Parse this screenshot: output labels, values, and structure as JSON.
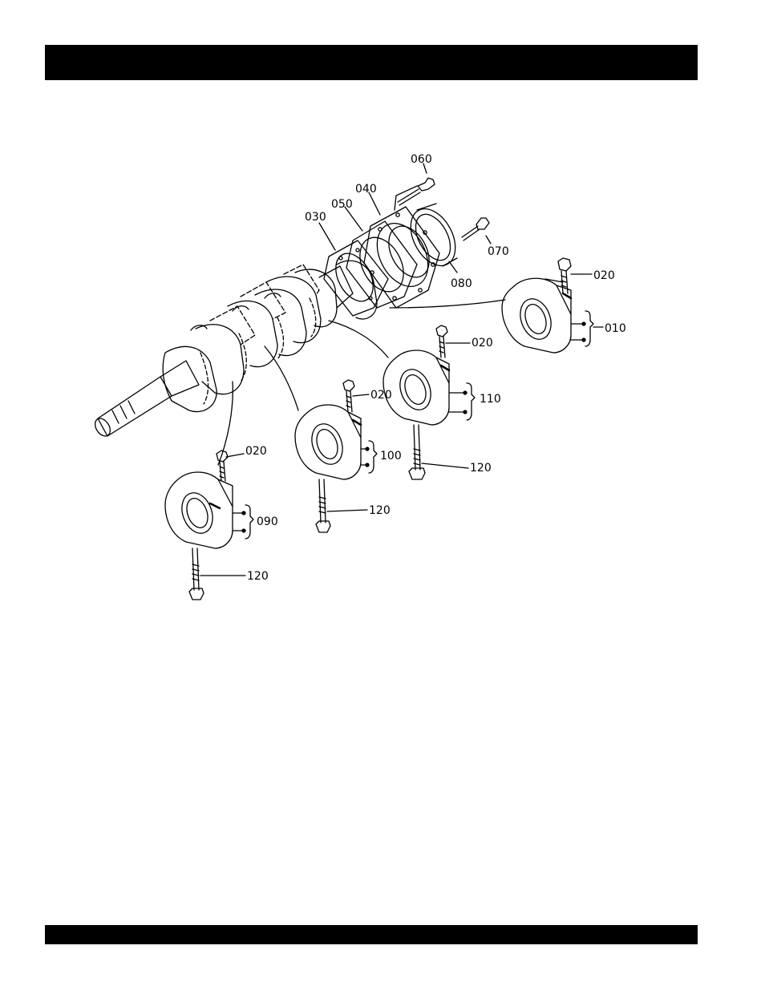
{
  "header": {
    "title": "",
    "bar_color": "#000000"
  },
  "footer": {
    "text": "",
    "bar_color": "#000000"
  },
  "diagram": {
    "labels": {
      "p060": "060",
      "p040": "040",
      "p050": "050",
      "p030": "030",
      "p070": "070",
      "p080": "080",
      "p020a": "020",
      "p010": "010",
      "p020b": "020",
      "p110": "110",
      "p020c": "020",
      "p120a": "120",
      "p100": "100",
      "p020d": "020",
      "p120b": "120",
      "p090": "090",
      "p120c": "120"
    }
  }
}
